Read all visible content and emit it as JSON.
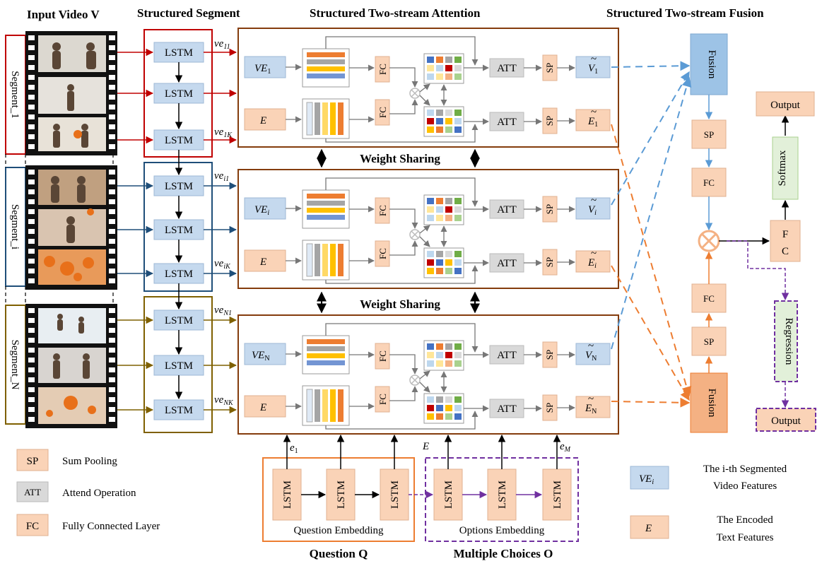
{
  "titles": {
    "input_video": "Input Video V",
    "structured_segment": "Structured Segment",
    "attention": "Structured Two-stream Attention",
    "fusion": "Structured Two-stream Fusion",
    "question": "Question Q",
    "choices": "Multiple Choices O"
  },
  "segments": [
    "Segment_1",
    "Segment_i",
    "Segment_N"
  ],
  "lstm_label": "LSTM",
  "fc_label": "FC",
  "att_label": "ATT",
  "sp_label": "SP",
  "fusion_label": "Fusion",
  "weight_sharing": "Weight Sharing",
  "streams": [
    {
      "ve_in": "VE",
      "ve_sub": "1",
      "e_in": "E",
      "v_out": "V",
      "v_sub": "1",
      "e_out": "E",
      "e_sub": "1",
      "top_label": "ve",
      "top_sub": "11",
      "bot_label": "ve",
      "bot_sub": "1K"
    },
    {
      "ve_in": "VE",
      "ve_sub": "i",
      "e_in": "E",
      "v_out": "V",
      "v_sub": "i",
      "e_out": "E",
      "e_sub": "i",
      "top_label": "ve",
      "top_sub": "i1",
      "bot_label": "ve",
      "bot_sub": "iK"
    },
    {
      "ve_in": "VE",
      "ve_sub": "N",
      "e_in": "E",
      "v_out": "V",
      "v_sub": "N",
      "e_out": "E",
      "e_sub": "N",
      "top_label": "ve",
      "top_sub": "N1",
      "bot_label": "ve",
      "bot_sub": "NK"
    }
  ],
  "embedding": {
    "question_label": "Question Embedding",
    "options_label": "Options Embedding",
    "e1": "e",
    "e1_sub": "1",
    "E": "E",
    "eM": "e",
    "eM_sub": "M"
  },
  "right": {
    "output": "Output",
    "softmax": "Softmax",
    "fc": "F C",
    "regression": "Regression",
    "output2": "Output"
  },
  "legend": [
    {
      "key": "SP",
      "text": "Sum Pooling"
    },
    {
      "key": "ATT",
      "text": "Attend Operation"
    },
    {
      "key": "FC",
      "text": "Fully Connected Layer"
    }
  ],
  "legend_right": [
    {
      "key": "VE",
      "key_sub": "i",
      "line1": "The i-th Segmented",
      "line2": "Video Features"
    },
    {
      "key": "E",
      "line1": "The Encoded",
      "line2": "Text Features"
    }
  ],
  "colors": {
    "orange_box": "#fad3b7",
    "blue_box": "#c5d9ee",
    "gray_box": "#d9d9d9",
    "red": "#c00000",
    "navy": "#1f4e79",
    "olive": "#7f6000",
    "brown": "#843c0c",
    "purple": "#7030a0",
    "dash_blue": "#5b9bd5",
    "dash_orange": "#ed7d31"
  }
}
